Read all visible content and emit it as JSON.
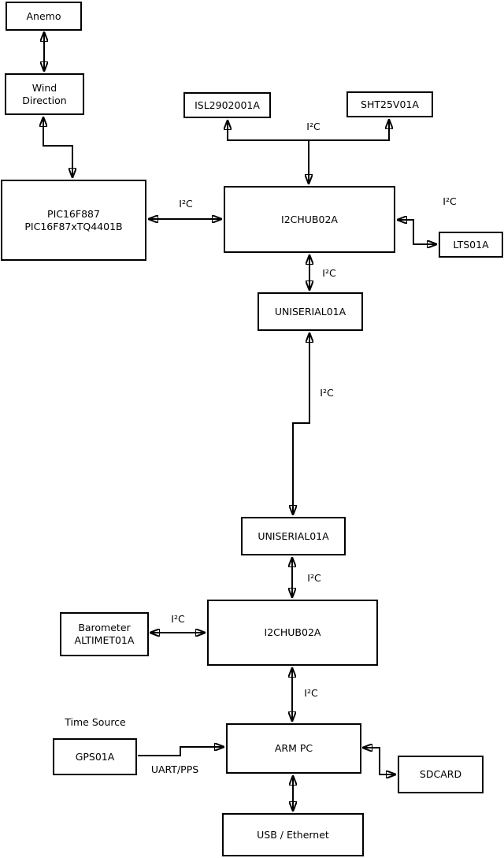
{
  "diagram": {
    "type": "block-diagram",
    "colors": {
      "line": "#000000",
      "background": "#ffffff",
      "box_fill": "#ffffff",
      "text": "#000000"
    }
  },
  "boxes": {
    "anemo": {
      "label": "Anemo"
    },
    "wind": {
      "line1": "Wind",
      "line2": "Direction"
    },
    "pic": {
      "line1": "PIC16F887",
      "line2": "PIC16F87xTQ4401B"
    },
    "isl": {
      "label": "ISL2902001A"
    },
    "sht": {
      "label": "SHT25V01A"
    },
    "hub1": {
      "label": "I2CHUB02A"
    },
    "lts": {
      "label": "LTS01A"
    },
    "uniserial1": {
      "label": "UNISERIAL01A"
    },
    "uniserial2": {
      "label": "UNISERIAL01A"
    },
    "hub2": {
      "label": "I2CHUB02A"
    },
    "barometer": {
      "line1": "Barometer",
      "line2": "ALTIMET01A"
    },
    "armpc": {
      "label": "ARM PC"
    },
    "gps": {
      "label": "GPS01A"
    },
    "sdcard": {
      "label": "SDCARD"
    },
    "usb": {
      "label": "USB / Ethernet"
    }
  },
  "labels": {
    "i2c_sensor_bus": "I²C",
    "i2c_pic_hub1": "I²C",
    "i2c_hub1_lts": "I²C",
    "i2c_hub1_uniserial1": "I²C",
    "i2c_uniserial_link": "I²C",
    "i2c_uniserial2_hub2": "I²C",
    "i2c_barometer_hub2": "I²C",
    "i2c_hub2_armpc": "I²C",
    "time_source": "Time Source",
    "uart_pps": "UART/PPS"
  },
  "connections": [
    {
      "from": "Anemo",
      "to": "Wind Direction",
      "style": "bidirectional",
      "label": ""
    },
    {
      "from": "Wind Direction",
      "to": "PIC16F887 PIC16F87xTQ4401B",
      "style": "bidirectional",
      "label": ""
    },
    {
      "from": "PIC16F887 PIC16F87xTQ4401B",
      "to": "I2CHUB02A (upper)",
      "style": "bidirectional",
      "label": "I²C"
    },
    {
      "from": "I2CHUB02A (upper)",
      "to": "ISL2902001A",
      "style": "bus-arrow",
      "label": "I²C"
    },
    {
      "from": "I2CHUB02A (upper)",
      "to": "SHT25V01A",
      "style": "bus-arrow",
      "label": "I²C"
    },
    {
      "from": "I2CHUB02A (upper)",
      "to": "LTS01A",
      "style": "bidirectional",
      "label": "I²C"
    },
    {
      "from": "I2CHUB02A (upper)",
      "to": "UNISERIAL01A (upper)",
      "style": "bidirectional",
      "label": "I²C"
    },
    {
      "from": "UNISERIAL01A (upper)",
      "to": "UNISERIAL01A (lower)",
      "style": "bidirectional",
      "label": "I²C"
    },
    {
      "from": "UNISERIAL01A (lower)",
      "to": "I2CHUB02A (lower)",
      "style": "bidirectional",
      "label": "I²C"
    },
    {
      "from": "Barometer ALTIMET01A",
      "to": "I2CHUB02A (lower)",
      "style": "bidirectional",
      "label": "I²C"
    },
    {
      "from": "I2CHUB02A (lower)",
      "to": "ARM PC",
      "style": "bidirectional",
      "label": "I²C"
    },
    {
      "from": "GPS01A",
      "to": "ARM PC",
      "style": "one-way",
      "label": "UART/PPS"
    },
    {
      "from": "ARM PC",
      "to": "SDCARD",
      "style": "bidirectional",
      "label": ""
    },
    {
      "from": "ARM PC",
      "to": "USB / Ethernet",
      "style": "bidirectional",
      "label": ""
    }
  ]
}
